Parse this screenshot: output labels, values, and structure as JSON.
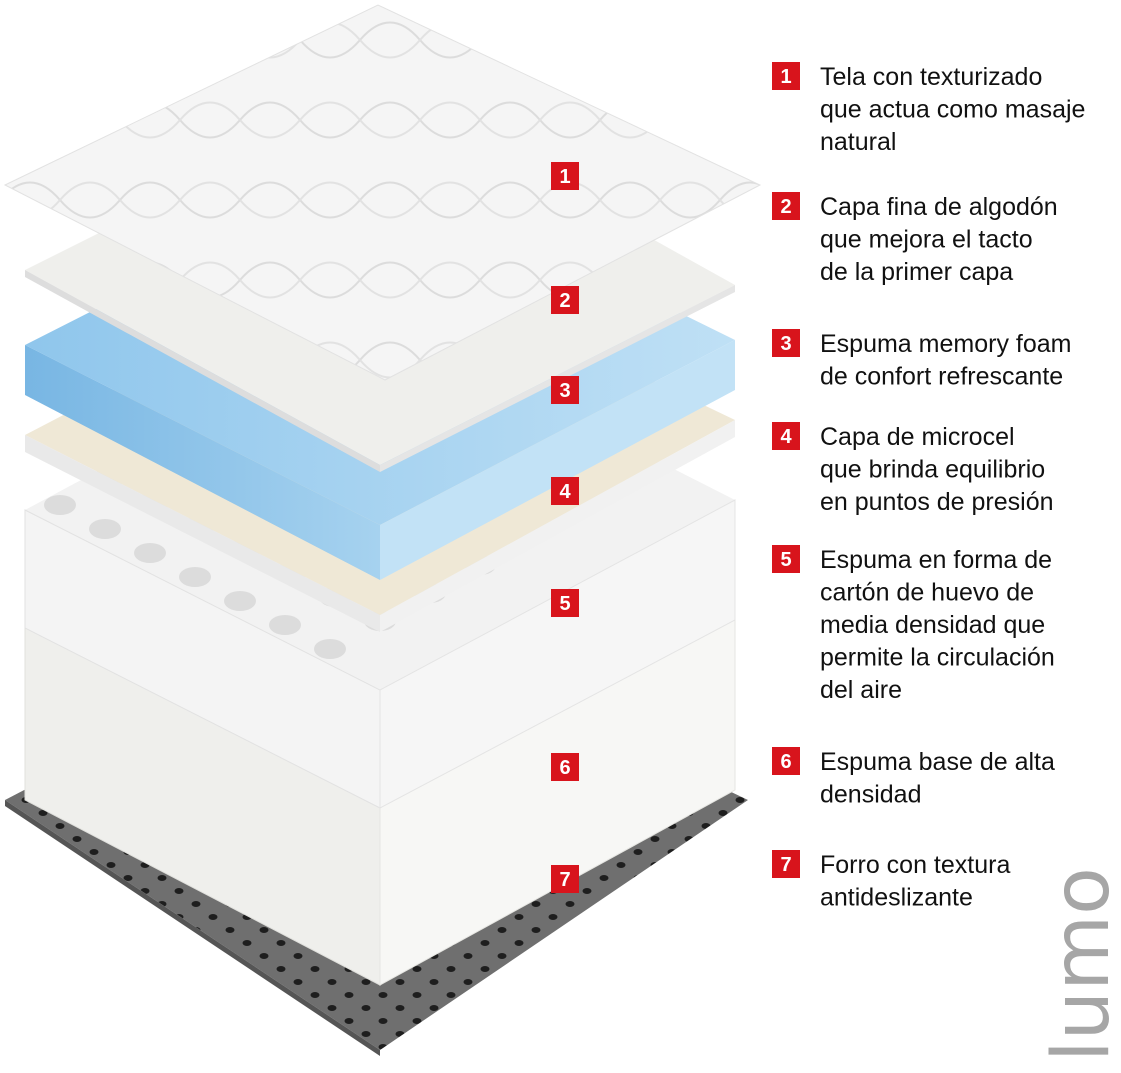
{
  "layers": [
    {
      "number": "1",
      "lines": [
        "Tela con texturizado",
        "que actua como masaje",
        "natural"
      ]
    },
    {
      "number": "2",
      "lines": [
        "Capa fina de algodón",
        "que mejora el tacto",
        "de la primer capa"
      ]
    },
    {
      "number": "3",
      "lines": [
        "Espuma memory foam",
        "de confort refrescante"
      ]
    },
    {
      "number": "4",
      "lines": [
        "Capa de microcel",
        "que brinda equilibrio",
        "en puntos de presión"
      ]
    },
    {
      "number": "5",
      "lines": [
        "Espuma en forma de",
        "cartón de huevo de",
        "media densidad que",
        "permite la circulación",
        "del aire"
      ]
    },
    {
      "number": "6",
      "lines": [
        "Espuma base de alta",
        "densidad"
      ]
    },
    {
      "number": "7",
      "lines": [
        "Forro con textura",
        "antideslizante"
      ]
    }
  ],
  "brand_logo": "lumo",
  "colors": {
    "badge": "#d8141c",
    "cover": "#f4f4f4",
    "cotton": "#eeeeea",
    "memory_foam": "#a9d3ef",
    "microcel": "#efe8d6",
    "egg_foam": "#f1f1f1",
    "base_foam": "#f3f3f1",
    "non_slip": "#6e6e6e",
    "logo": "#a6a6a6"
  }
}
